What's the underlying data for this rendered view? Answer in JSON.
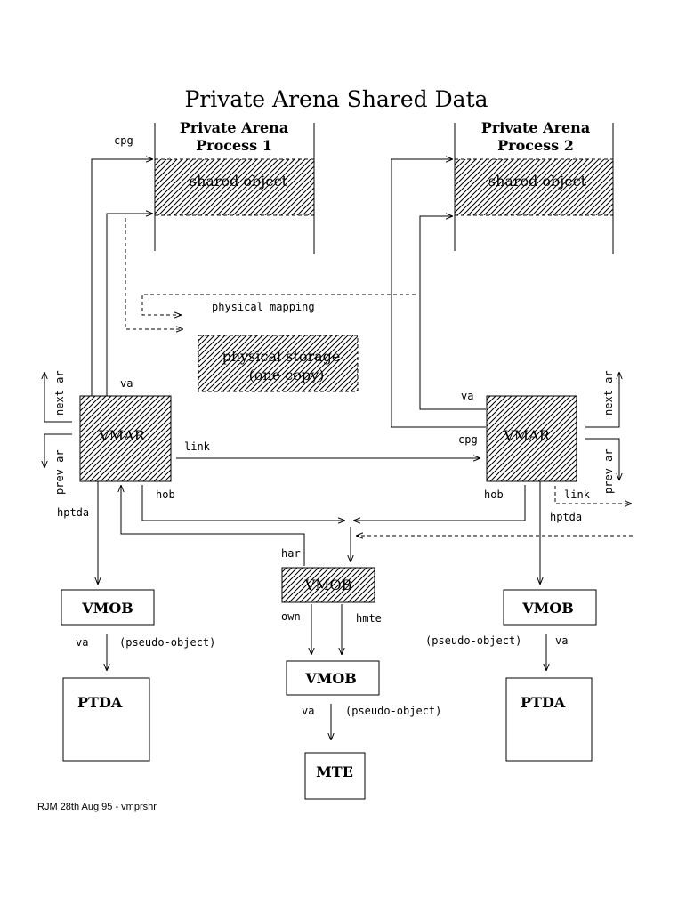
{
  "title": "Private Arena Shared Data",
  "arena1": {
    "line1": "Private Arena",
    "line2": "Process 1",
    "shared": "shared object"
  },
  "arena2": {
    "line1": "Private Arena",
    "line2": "Process 2",
    "shared": "shared object"
  },
  "storage": {
    "line1": "physical storage",
    "line2": "(one copy)"
  },
  "labels": {
    "cpg": "cpg",
    "va": "va",
    "physical_mapping": "physical mapping",
    "next_ar": "next ar",
    "prev_ar": "prev ar",
    "link": "link",
    "hob": "hob",
    "hptda": "hptda",
    "har": "har",
    "own": "own",
    "hmte": "hmte",
    "pseudo_object": "(pseudo-object)"
  },
  "boxes": {
    "vmar": "VMAR",
    "vmob": "VMOB",
    "ptda": "PTDA",
    "mte": "MTE"
  },
  "footer": "RJM 28th Aug 95 - vmprshr"
}
